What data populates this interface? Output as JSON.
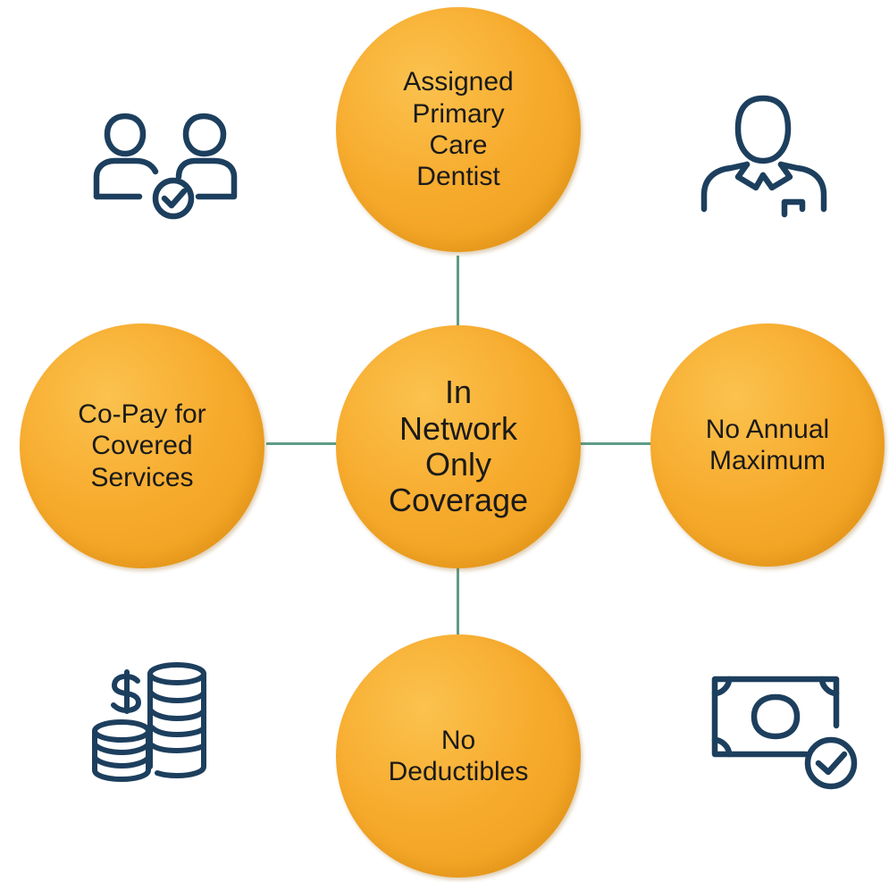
{
  "diagram": {
    "center": {
      "lines": [
        "In",
        "Network",
        "Only",
        "Coverage"
      ]
    },
    "nodes": {
      "top": {
        "lines": [
          "Assigned",
          "Primary",
          "Care",
          "Dentist"
        ]
      },
      "left": {
        "lines": [
          "Co-Pay for",
          "Covered",
          "Services"
        ]
      },
      "right": {
        "lines": [
          "No Annual",
          "Maximum"
        ]
      },
      "bottom": {
        "lines": [
          "No",
          "Deductibles"
        ]
      }
    }
  },
  "icons": {
    "top_left": "two-people-check-icon",
    "top_right": "dentist-person-icon",
    "bottom_left": "dollar-coins-icon",
    "bottom_right": "banknote-check-icon"
  },
  "colors": {
    "circle_fill": "#f7ab2d",
    "connector": "#5e9c86",
    "icon_stroke": "#1d3f5e",
    "text": "#1a1a1a"
  }
}
